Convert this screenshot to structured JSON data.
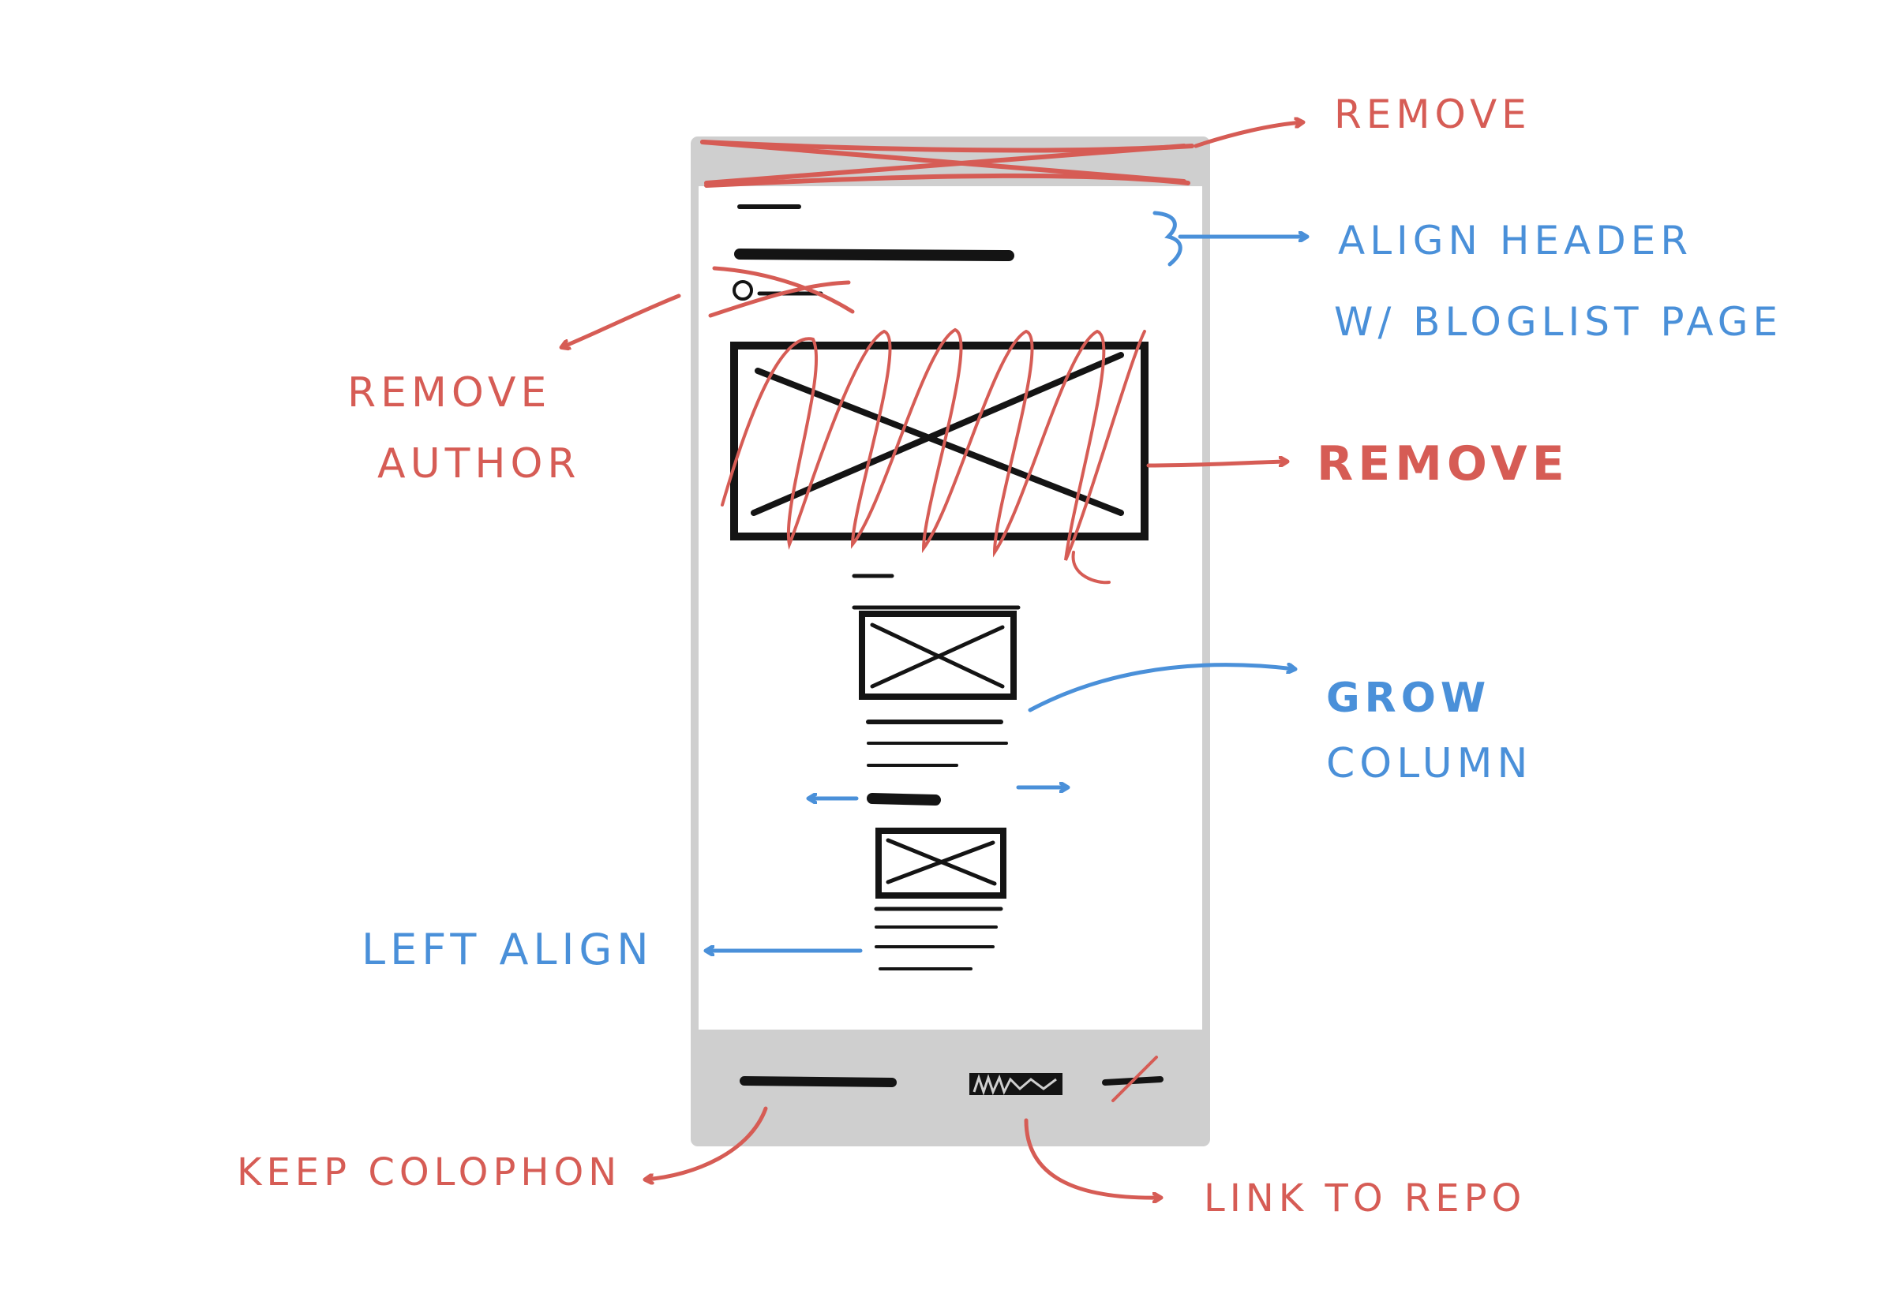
{
  "colors": {
    "red": "#d65c55",
    "blue": "#4a90d9",
    "ink": "#141414",
    "frame_gray": "#cfcfcf",
    "page_white": "#ffffff"
  },
  "icons": {
    "placeholder_image": "crossed-box-icon",
    "arrow": "hand-drawn-arrow",
    "brace": "curly-brace-icon"
  },
  "annotations": {
    "remove_top": "REMOVE",
    "align_header_line1": "ALIGN HEADER",
    "align_header_line2": "W/ BLOGLIST PAGE",
    "remove_author_line1": "REMOVE",
    "remove_author_line2": "AUTHOR",
    "remove_image": "REMOVE",
    "grow_column_line1": "GROW",
    "grow_column_line2": "COLUMN",
    "left_align": "LEFT ALIGN",
    "keep_colophon": "KEEP COLOPHON",
    "link_to_repo": "LINK TO REPO"
  }
}
